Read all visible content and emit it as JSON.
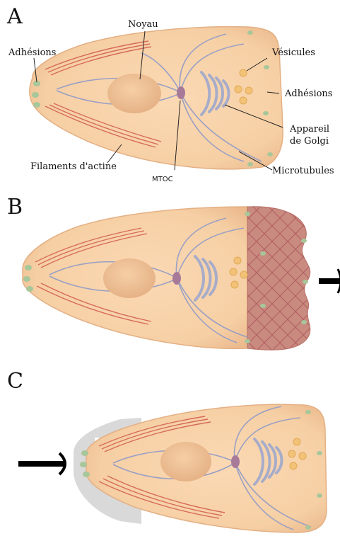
{
  "panels": [
    {
      "letter": "A",
      "labels": {
        "noyau": "Noyau",
        "adhesions_left": "Adhésions",
        "vesicules": "Vésicules",
        "adhesions_right": "Adhésions",
        "appareil_line1": "Appareil",
        "appareil_line2": "de Golgi",
        "filaments": "Filaments d'actine",
        "mtoc": "MTOC",
        "microtubules": "Microtubules"
      }
    },
    {
      "letter": "B"
    },
    {
      "letter": "C"
    }
  ],
  "colors": {
    "cell_fill": "#f6cfa4",
    "cell_edge": "#e8b487",
    "nucleus": "#eebb8e",
    "actin": "#d66a5a",
    "microtubule": "#9aa0c4",
    "golgi": "#a7acc9",
    "mtoc": "#a87a9a",
    "vesicle": "#f2c277",
    "adhesion": "#a7c79a",
    "lamellipodium": "#c98a80",
    "retraction_shadow": "#d9d9d9",
    "arrow": "#000000"
  }
}
